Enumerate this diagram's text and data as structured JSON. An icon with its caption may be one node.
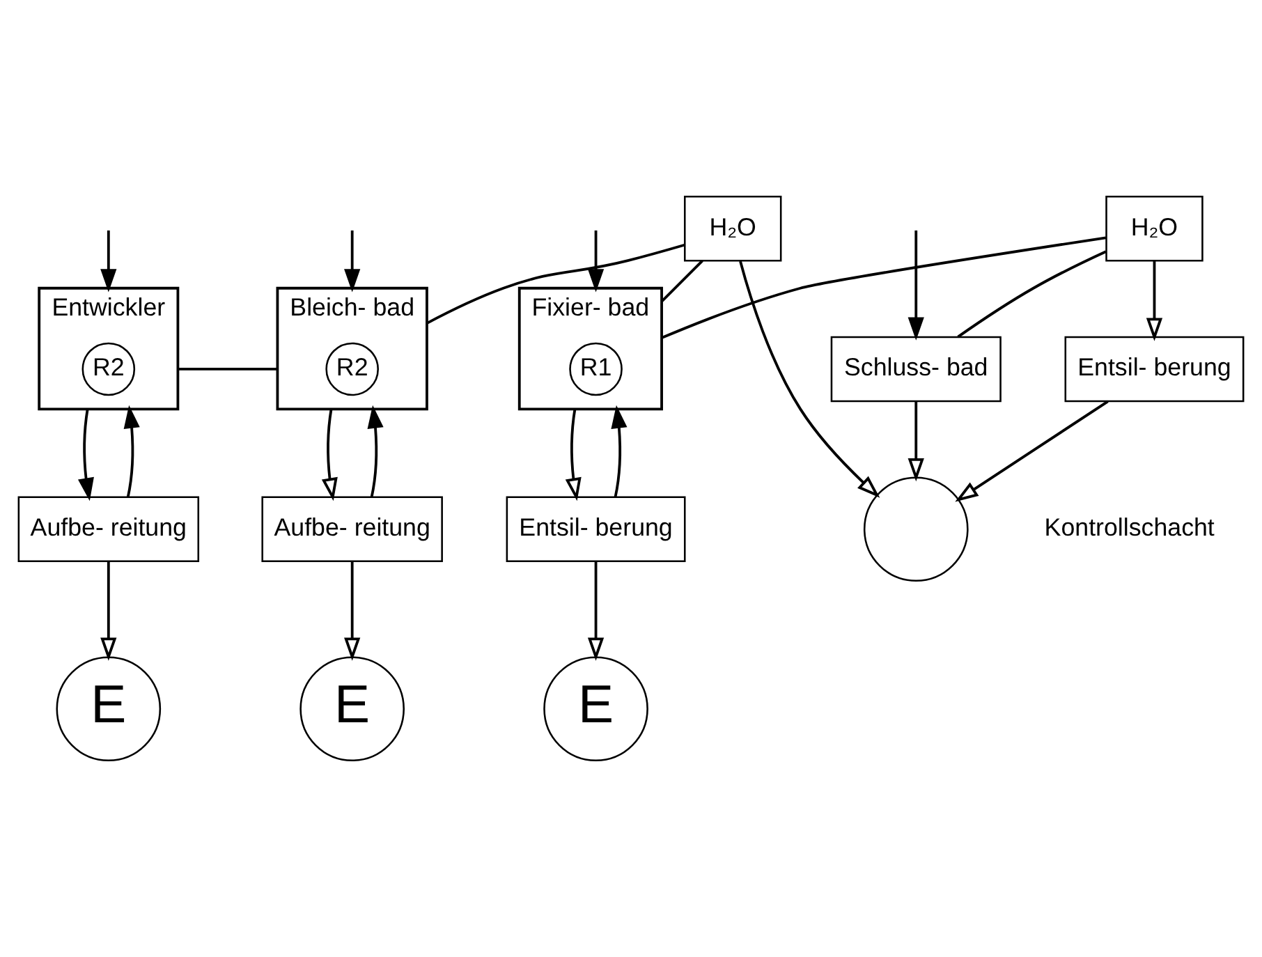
{
  "diagram": {
    "nodes": [
      {
        "text": [
          "Entwickler"
        ]
      },
      {
        "text": [
          "R2"
        ],
        "in": 0
      },
      {
        "text": [
          "Bleich- bad"
        ]
      },
      {
        "text": [
          "R2"
        ],
        "in": 2
      },
      {
        "text": [
          "H₂O"
        ]
      },
      {
        "text": [
          "Fixier- bad"
        ]
      },
      {
        "text": [
          "R1"
        ],
        "in": 5
      },
      {
        "text": [
          "H₂O"
        ]
      },
      {
        "text": [
          "Schluss- bad"
        ]
      },
      {
        "text": [
          "Aufbe- reitung"
        ]
      },
      {
        "text": [
          "Aufbe- reitung"
        ]
      },
      {
        "text": [
          "Entsil- berung"
        ]
      },
      {
        "text": [
          "E"
        ]
      },
      {
        "text": [
          "E"
        ]
      },
      {
        "text": [
          "E"
        ]
      },
      {
        "text": [
          "Entsil- berung"
        ]
      },
      {
        "text": [],
        "shape": "circle",
        "beside": [
          "Kontrollschacht"
        ]
      }
    ],
    "edges": [
      {
        "from": null,
        "to": 0,
        "arrow": "to"
      },
      {
        "from": null,
        "to": 2,
        "arrow": "to"
      },
      {
        "from": null,
        "to": 5,
        "arrow": "to"
      },
      {
        "from": null,
        "to": 8,
        "arrow": "to"
      },
      {
        "from": 0,
        "to": 2,
        "arrow": "none"
      },
      {
        "from": 2,
        "to": 4,
        "arrow": "none"
      },
      {
        "from": 4,
        "to": 5,
        "arrow": "none"
      },
      {
        "from": 5,
        "to": 7,
        "arrow": "none"
      },
      {
        "from": 7,
        "to": 8,
        "arrow": "none"
      },
      {
        "from": 0,
        "to": 9,
        "arrow": "to"
      },
      {
        "from": 9,
        "to": 0,
        "arrow": "to"
      },
      {
        "from": 2,
        "to": 10,
        "arrow": "to"
      },
      {
        "from": 10,
        "to": 2,
        "arrow": "to"
      },
      {
        "from": 5,
        "to": 11,
        "arrow": "to"
      },
      {
        "from": 11,
        "to": 5,
        "arrow": "to"
      },
      {
        "from": 9,
        "to": 12,
        "arrow": "to"
      },
      {
        "from": 10,
        "to": 13,
        "arrow": "to"
      },
      {
        "from": 11,
        "to": 14,
        "arrow": "to"
      },
      {
        "from": 7,
        "to": 15,
        "arrow": "to"
      },
      {
        "from": 4,
        "to": 16,
        "arrow": "to"
      },
      {
        "from": 15,
        "to": 16,
        "arrow": "to"
      },
      {
        "from": 8,
        "to": 16,
        "arrow": "to"
      }
    ]
  }
}
